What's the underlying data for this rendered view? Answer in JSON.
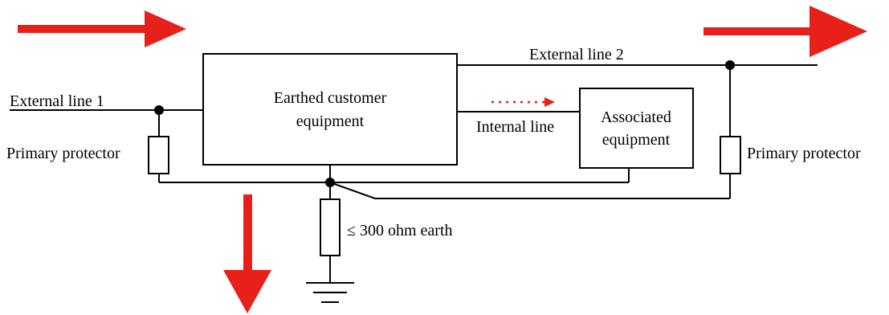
{
  "labels": {
    "external_line_1": "External line 1",
    "external_line_2": "External line 2",
    "earthed_equipment_line1": "Earthed customer",
    "earthed_equipment_line2": "equipment",
    "internal_line": "Internal line",
    "associated_line1": "Associated",
    "associated_line2": "equipment",
    "primary_protector_left": "Primary protector",
    "primary_protector_right": "Primary protector",
    "earth_resistance": "≤ 300 ohm earth"
  },
  "colors": {
    "arrow": "#e8201a",
    "wire": "#000000"
  }
}
